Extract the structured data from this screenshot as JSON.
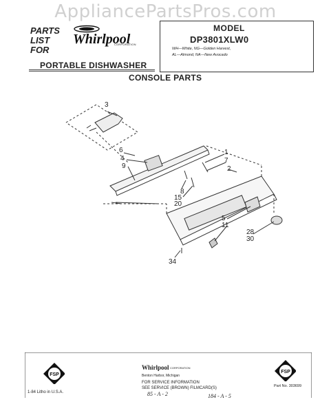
{
  "watermark": "AppliancePartsPros.com",
  "header": {
    "parts_list": [
      "PARTS",
      "LIST",
      "FOR"
    ],
    "brand": "Whirlpool",
    "corp_small": "CORPORATION",
    "model_label": "MODEL",
    "model_number": "DP3801XLW0",
    "color_codes": [
      "WH—White, NG—Golden Harvest,",
      "AL—Almond, NA—New Avocado"
    ],
    "product": "PORTABLE DISHWASHER"
  },
  "section_title": "CONSOLE PARTS",
  "callouts": [
    "3",
    "6",
    "4",
    "9",
    "1",
    "7",
    "2",
    "8",
    "15",
    "20",
    "5",
    "11",
    "28",
    "30",
    "34"
  ],
  "footer": {
    "fsp": "FSP",
    "corp_name": "Whirlpool",
    "corp_sub": "CORPORATION",
    "address": "Benton Harbor, Michigan",
    "service1": "FOR SERVICE INFORMATION",
    "service2": "SEE SERVICE (BROWN) FILMCARD(S)",
    "part_no": "Part No. 303699",
    "litho": "1-84 Litho in U.S.A.",
    "hand1": "85 - A - 2",
    "hand2": "184 - A - 5"
  }
}
